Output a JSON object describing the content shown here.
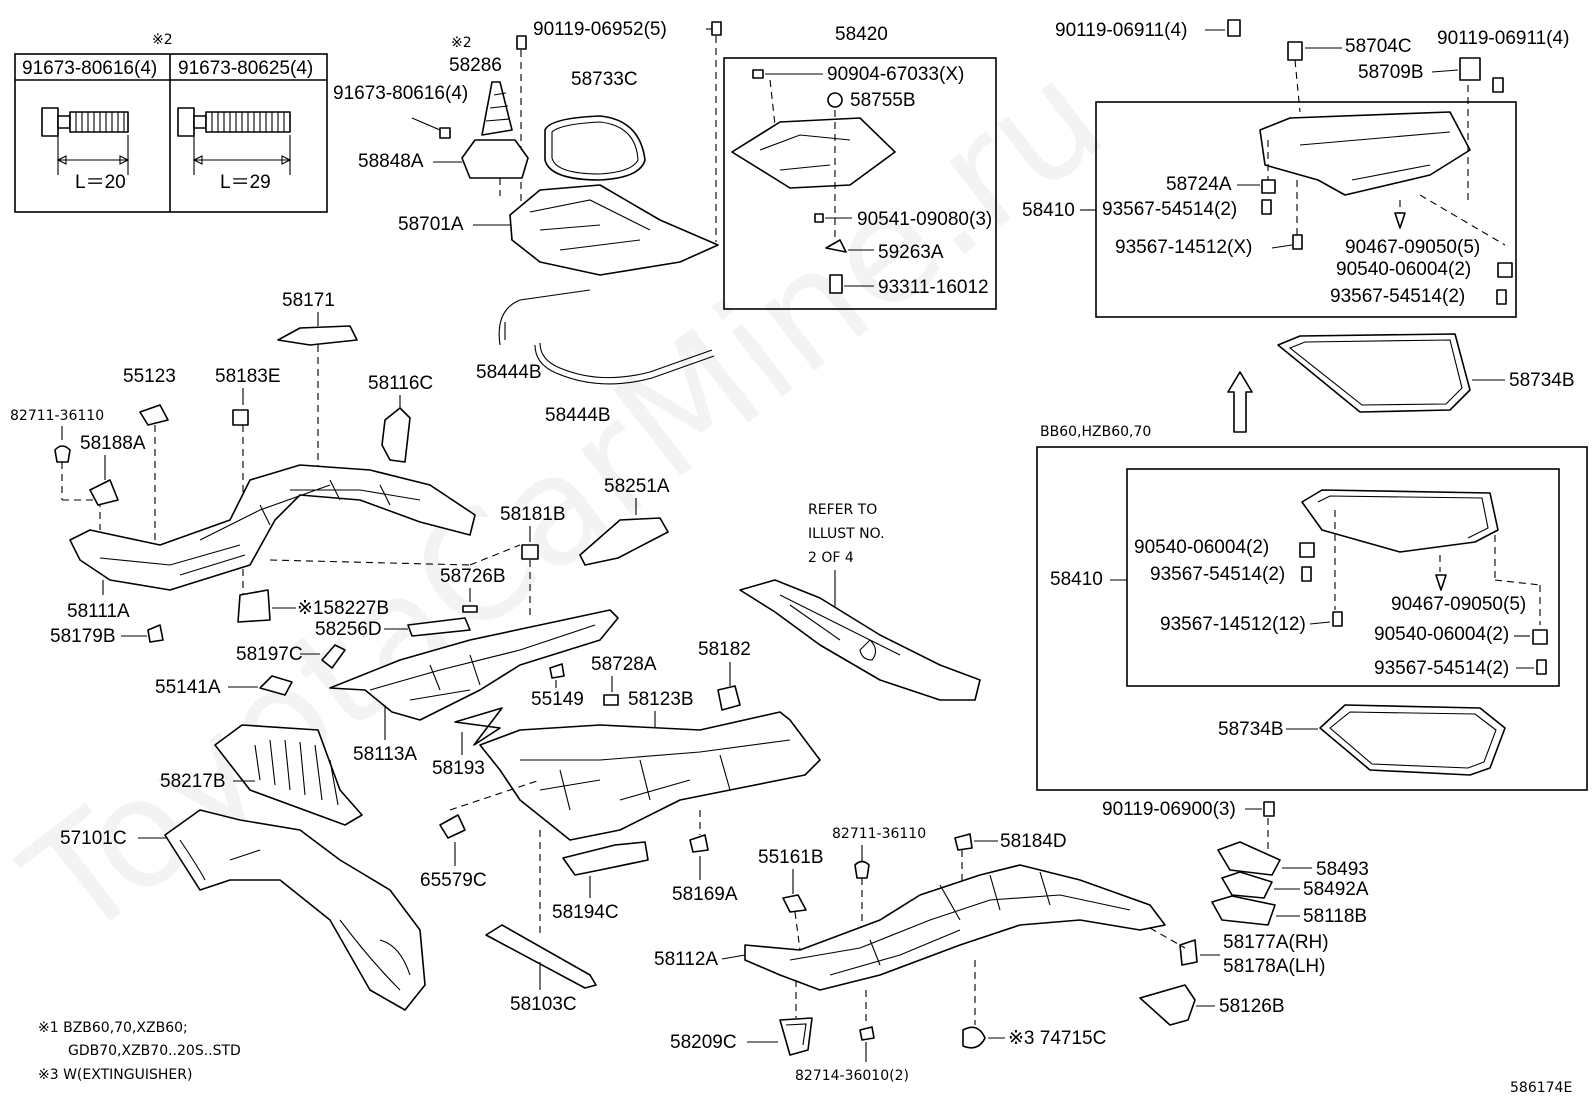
{
  "watermark": "ToyotaCarMine.ru",
  "diagram_id": "586174E",
  "note_mark_top": "※2",
  "bolt_table": {
    "headers": [
      "91673-80616(4)",
      "91673-80625(4)"
    ],
    "lengths": [
      "L＝20",
      "L＝29"
    ]
  },
  "refer_note": [
    "REFER TO",
    "ILLUST NO.",
    "2 OF 4"
  ],
  "variant_label": "BB60,HZB60,70",
  "footnotes": [
    "※1 BZB60,70,XZB60;",
    "GDB70,XZB70..20S..STD",
    "※3 W(EXTINGUISHER)"
  ],
  "labels": {
    "p90119_06952": "90119-06952(5)",
    "x2_58286": "※2",
    "p58286": "58286",
    "p58733C": "58733C",
    "p91673_80616": "91673-80616(4)",
    "p58848A": "58848A",
    "p58701A": "58701A",
    "p58444B_1": "58444B",
    "p58444B_2": "58444B",
    "p58420": "58420",
    "p90904_67033": "90904-67033(X)",
    "p58755B": "58755B",
    "p90541_09080": "90541-09080(3)",
    "p59263A": "59263A",
    "p93311_16012": "93311-16012",
    "p90119_06911a": "90119-06911(4)",
    "p58704C": "58704C",
    "p90119_06911b": "90119-06911(4)",
    "p58709B": "58709B",
    "p58410_top": "58410",
    "p58724A": "58724A",
    "p93567_54514_a": "93567-54514(2)",
    "p93567_14512_x": "93567-14512(X)",
    "p90467_09050_a": "90467-09050(5)",
    "p90540_06004_a": "90540-06004(2)",
    "p93567_54514_b": "93567-54514(2)",
    "p58734B_top": "58734B",
    "p58410_mid": "58410",
    "p90540_06004_b": "90540-06004(2)",
    "p93567_54514_c": "93567-54514(2)",
    "p93567_14512_12": "93567-14512(12)",
    "p90467_09050_b": "90467-09050(5)",
    "p90540_06004_c": "90540-06004(2)",
    "p93567_54514_d": "93567-54514(2)",
    "p58734B_mid": "58734B",
    "p58171": "58171",
    "p55123": "55123",
    "p58183E": "58183E",
    "p82711_36110_a": "82711-36110",
    "p58188A": "58188A",
    "p58116C": "58116C",
    "p58111A": "58111A",
    "p58179B": "58179B",
    "p58227B": "※158227B",
    "p58251A": "58251A",
    "p58181B": "58181B",
    "p58726B": "58726B",
    "p58256D": "58256D",
    "p58197C": "58197C",
    "p55141A": "55141A",
    "p58728A": "58728A",
    "p58182": "58182",
    "p55149": "55149",
    "p58123B": "58123B",
    "p58113A": "58113A",
    "p58193": "58193",
    "p58217B": "58217B",
    "p57101C": "57101C",
    "p65579C": "65579C",
    "p58194C": "58194C",
    "p58169A": "58169A",
    "p58103C": "58103C",
    "p82711_36110_b": "82711-36110",
    "p55161B": "55161B",
    "p58184D": "58184D",
    "p90119_06900": "90119-06900(3)",
    "p58493": "58493",
    "p58492A": "58492A",
    "p58118B": "58118B",
    "p58177A": "58177A(RH)",
    "p58178A": "58178A(LH)",
    "p58112A": "58112A",
    "p58126B": "58126B",
    "p58209C": "58209C",
    "p74715C": "※3 74715C",
    "p82714_36010": "82714-36010(2)"
  }
}
